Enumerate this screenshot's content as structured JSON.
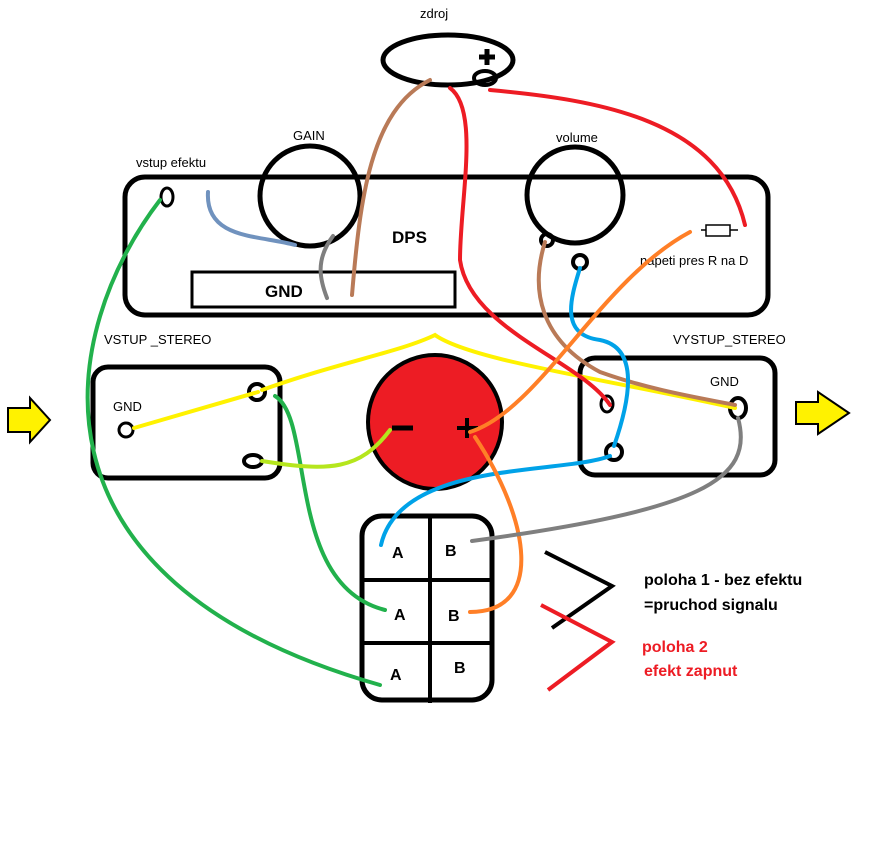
{
  "labels": {
    "source": "zdroj",
    "gain": "GAIN",
    "volume": "volume",
    "effect_input": "vstup efektu",
    "board": "DPS",
    "board_gnd": "GND",
    "resistor_note": "napeti pres R na D",
    "input_stereo": "VSTUP _STEREO",
    "input_gnd": "GND",
    "output_stereo": "VYSTUP_STEREO",
    "output_gnd": "GND",
    "plus": "+",
    "minus": "−"
  },
  "switch": {
    "rows": [
      {
        "a": "A",
        "b": "B"
      },
      {
        "a": "A",
        "b": "B"
      },
      {
        "a": "A",
        "b": "B"
      }
    ]
  },
  "legend": {
    "position1_line1": "poloha 1 - bez efektu",
    "position1_line2": "=pruchod signalu",
    "position2_line1": "poloha 2",
    "position2_line2": "efekt zapnut"
  },
  "colors": {
    "red": "#ed1c24",
    "yellow": "#fff200",
    "green": "#22b14c",
    "lime": "#b5e61d",
    "brown": "#b97a57",
    "gray": "#7f7f7f",
    "blue": "#00a2e8",
    "bluegray": "#7092be",
    "orange": "#ff7f27"
  }
}
